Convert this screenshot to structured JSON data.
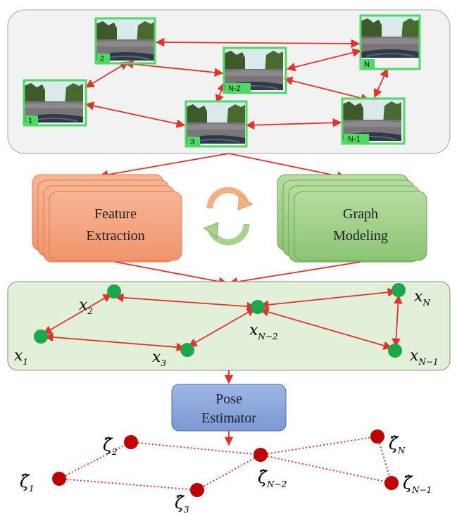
{
  "frames": [
    {
      "id": "f2",
      "label": "2"
    },
    {
      "id": "fn",
      "label": "N"
    },
    {
      "id": "fn2",
      "label": "N-2"
    },
    {
      "id": "f1",
      "label": "1"
    },
    {
      "id": "f3",
      "label": "3"
    },
    {
      "id": "fn1",
      "label": "N-1"
    }
  ],
  "modules": {
    "feature": {
      "line1": "Feature",
      "line2": "Extraction"
    },
    "graph": {
      "line1": "Graph",
      "line2": "Modeling"
    },
    "pose": {
      "line1": "Pose",
      "line2": "Estimator"
    }
  },
  "graph_nodes": [
    {
      "id": "x1",
      "symbol": "x",
      "sub": "1"
    },
    {
      "id": "x2",
      "symbol": "x",
      "sub": "2"
    },
    {
      "id": "x3",
      "symbol": "x",
      "sub": "3"
    },
    {
      "id": "xn2",
      "symbol": "x",
      "sub": "N−2"
    },
    {
      "id": "xn",
      "symbol": "x",
      "sub": "N"
    },
    {
      "id": "xn1",
      "symbol": "x",
      "sub": "N−1"
    }
  ],
  "pose_nodes": [
    {
      "id": "z1",
      "symbol": "ζ̂",
      "sub": "1"
    },
    {
      "id": "z2",
      "symbol": "ζ̂",
      "sub": "2"
    },
    {
      "id": "z3",
      "symbol": "ζ̂",
      "sub": "3"
    },
    {
      "id": "zn2",
      "symbol": "ζ̂",
      "sub": "N−2"
    },
    {
      "id": "zn",
      "symbol": "ζ̂",
      "sub": "N"
    },
    {
      "id": "zn1",
      "symbol": "ζ̂",
      "sub": "N−1"
    }
  ],
  "colors": {
    "edge": "#e8302a",
    "frame_border": "#4cd964",
    "graph_node": "#19a84a",
    "pose_node": "#c00000",
    "feature_fill": "#f4a582",
    "graph_fill": "#a9d18e",
    "pose_fill": "#8faadc"
  }
}
